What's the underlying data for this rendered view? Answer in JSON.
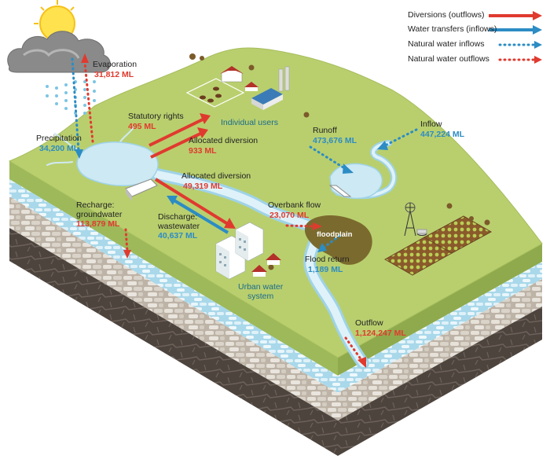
{
  "legend": {
    "diversions": "Diversions (outflows)",
    "transfers": "Water transfers (inflows)",
    "natural_inflows": "Natural water inflows",
    "natural_outflows": "Natural water outflows"
  },
  "colors": {
    "red": "#e03a2f",
    "blue": "#2c8cc4",
    "grass": "#b9cf6e",
    "water": "#cde9f3",
    "soil": "#b3a89a",
    "rock": "#5a4f48"
  },
  "flows": {
    "evaporation": {
      "label": "Evaporation",
      "value": "31,812 ML"
    },
    "precipitation": {
      "label": "Precipitation",
      "value": "34,200 ML"
    },
    "statutory_rights": {
      "label": "Statutory rights",
      "value": "495 ML"
    },
    "allocated_diversion_1": {
      "label": "Allocated diversion",
      "value": "933 ML"
    },
    "allocated_diversion_2": {
      "label": "Allocated diversion",
      "value": "49,319 ML"
    },
    "recharge": {
      "label_1": "Recharge:",
      "label_2": "groundwater",
      "value": "113,879 ML"
    },
    "discharge": {
      "label_1": "Discharge:",
      "label_2": "wastewater",
      "value": "40,637 ML"
    },
    "runoff": {
      "label": "Runoff",
      "value": "473,676 ML"
    },
    "inflow": {
      "label": "Inflow",
      "value": "447,224 ML"
    },
    "overbank": {
      "label": "Overbank flow",
      "value": "23,070 ML"
    },
    "flood_return": {
      "label": "Flood return",
      "value": "1,189 ML"
    },
    "outflow": {
      "label": "Outflow",
      "value": "1,124,247 ML"
    }
  },
  "places": {
    "individual_users": "Individual users",
    "urban_1": "Urban water",
    "urban_2": "system",
    "floodplain": "floodplain"
  }
}
